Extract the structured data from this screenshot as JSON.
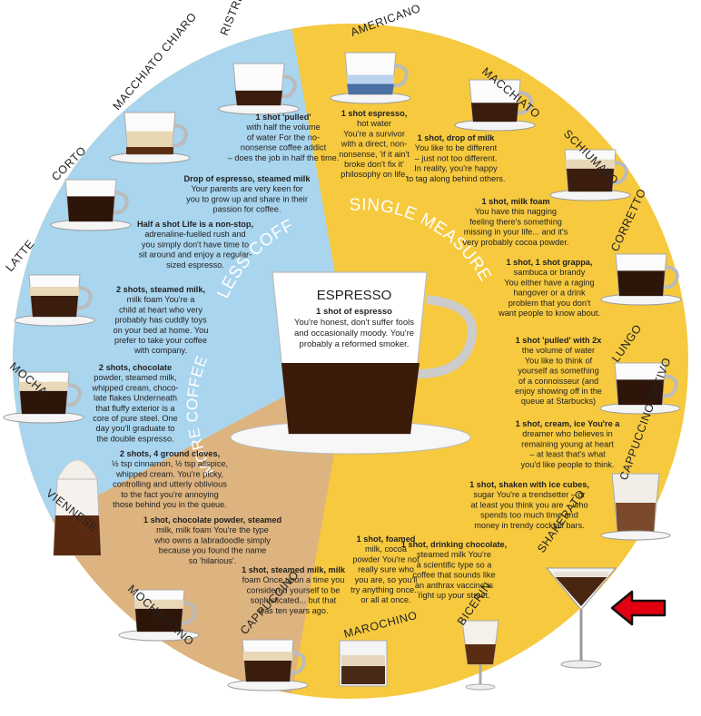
{
  "colors": {
    "yellow": "#f6c93f",
    "blue": "#a9d5ee",
    "tan": "#ddb37f",
    "white": "#ffffff",
    "text": "#222222",
    "arrow": "#e0000f"
  },
  "sections": {
    "single": "SINGLE MEASURE",
    "less": "LESS COFFEE",
    "more": "MORE COFFEE"
  },
  "center": {
    "title": "ESPRESSO",
    "lines": [
      "1 shot of espresso",
      "You're honest, don't suffer fools",
      "and occasionally moody. You're",
      "probably a reformed smoker."
    ]
  },
  "drinks": [
    {
      "name": "RISTRETTO",
      "desc": [
        "1 shot 'pulled'",
        "with half the volume",
        "of water For the no-",
        "nonsense coffee addict",
        "– does the job in half the time."
      ]
    },
    {
      "name": "AMERICANO",
      "desc": [
        "1 shot espresso,",
        "hot water",
        "You're a survivor",
        "with a direct, non-",
        "nonsense, 'if it ain't",
        "broke don't fix it'",
        "philosophy on life."
      ]
    },
    {
      "name": "MACCHIATO",
      "desc": [
        "1 shot, drop of milk",
        "You like to be different",
        "– just not too different.",
        "In reality, you're happy",
        "to tag along behind others."
      ]
    },
    {
      "name": "SCHIUMATO",
      "desc": [
        "1 shot, milk foam",
        "You have this nagging",
        "feeling there's something",
        "missing in your life... and it's",
        "very probably cocoa powder."
      ]
    },
    {
      "name": "CORRETTO",
      "desc": [
        "1 shot, 1 shot grappa,",
        "sambuca or brandy",
        "You either have a raging",
        "hangover or a drink",
        "problem that you don't",
        "want people to know about."
      ]
    },
    {
      "name": "LUNGO",
      "desc": [
        "1 shot 'pulled' with 2x",
        "the volume of water",
        "You like to think of",
        "yourself as something",
        "of a connoisseur (and",
        "enjoy showing off in the",
        "queue at Starbucks)"
      ]
    },
    {
      "name": "CAPPUCCINO ESTIVO",
      "desc": [
        "1 shot, cream, ice You're a",
        "dreamer who believes in",
        "remaining young at heart",
        "– at least that's what",
        "you'd like people to think."
      ]
    },
    {
      "name": "SHAKERATO",
      "desc": [
        "1 shot, shaken with ice cubes,",
        "sugar You're a trendsetter – or",
        "at least you think you are – who",
        "spends too much time and",
        "money in trendy cocktail bars."
      ]
    },
    {
      "name": "BICERIN",
      "desc": [
        "1 shot, drinking chocolate,",
        "steamed milk You're",
        "a scientific type so a",
        "coffee that sounds like",
        "an anthrax vaccine is",
        "right up your street."
      ]
    },
    {
      "name": "MAROCHINO",
      "desc": [
        "1 shot, foamed",
        "milk, cocoa",
        "powder You're not",
        "really sure who",
        "you are, so you'll",
        "try anything once...",
        "or all at once."
      ]
    },
    {
      "name": "CAPPUCCINO",
      "desc": [
        "1 shot, steamed milk, milk",
        "foam Once upon a time you",
        "considered yourself to be",
        "sophisticated... but that",
        "was ten years ago."
      ]
    },
    {
      "name": "MOCHACCINO",
      "desc": [
        "1 shot, chocolate powder, steamed",
        "milk, milk foam You're the type",
        "who owns a labradoodle simply",
        "because you found the name",
        "so 'hilarious'."
      ]
    },
    {
      "name": "VIENNESE",
      "desc": [
        "2 shots, 4 ground cloves,",
        "½ tsp cinnamon, ½ tsp allspice,",
        "whipped cream. You're picky,",
        "controlling and utterly oblivious",
        "to the fact you're annoying",
        "those behind you in the queue."
      ]
    },
    {
      "name": "MOCHA",
      "desc": [
        "2 shots, chocolate",
        "powder, steamed milk,",
        "whipped cream, choco-",
        "late flakes Underneath",
        "that fluffy exterior is a",
        "core of pure steel. One",
        "day you'll graduate to",
        "the double espresso."
      ]
    },
    {
      "name": "LATTE",
      "desc": [
        "2 shots, steamed milk,",
        "milk foam You're a",
        "child at heart who very",
        "probably has cuddly toys",
        "on your bed at home. You",
        "prefer to take your coffee",
        "with company."
      ]
    },
    {
      "name": "CORTO",
      "desc": [
        "Half a shot Life is a non-stop,",
        "adrenaline-fuelled rush and",
        "you simply don't have time to",
        "sit around and enjoy a regular-",
        "sized espresso."
      ]
    },
    {
      "name": "MACCHIATO CHIARO",
      "desc": [
        "Drop of espresso, steamed milk",
        "Your parents are very keen for",
        "you to grow up and share in their",
        "passion for coffee."
      ]
    }
  ]
}
